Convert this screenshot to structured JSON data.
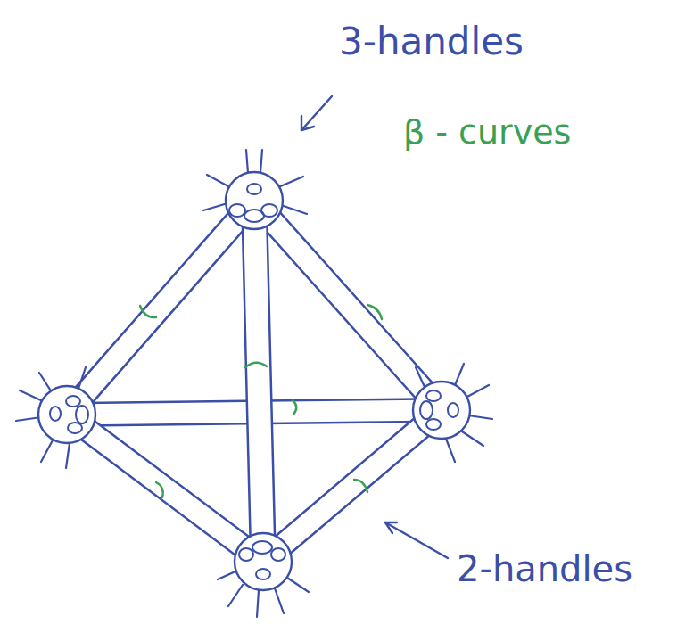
{
  "diagram": {
    "labels": [
      "3-handles",
      "β - curves",
      "2-handles"
    ]
  }
}
